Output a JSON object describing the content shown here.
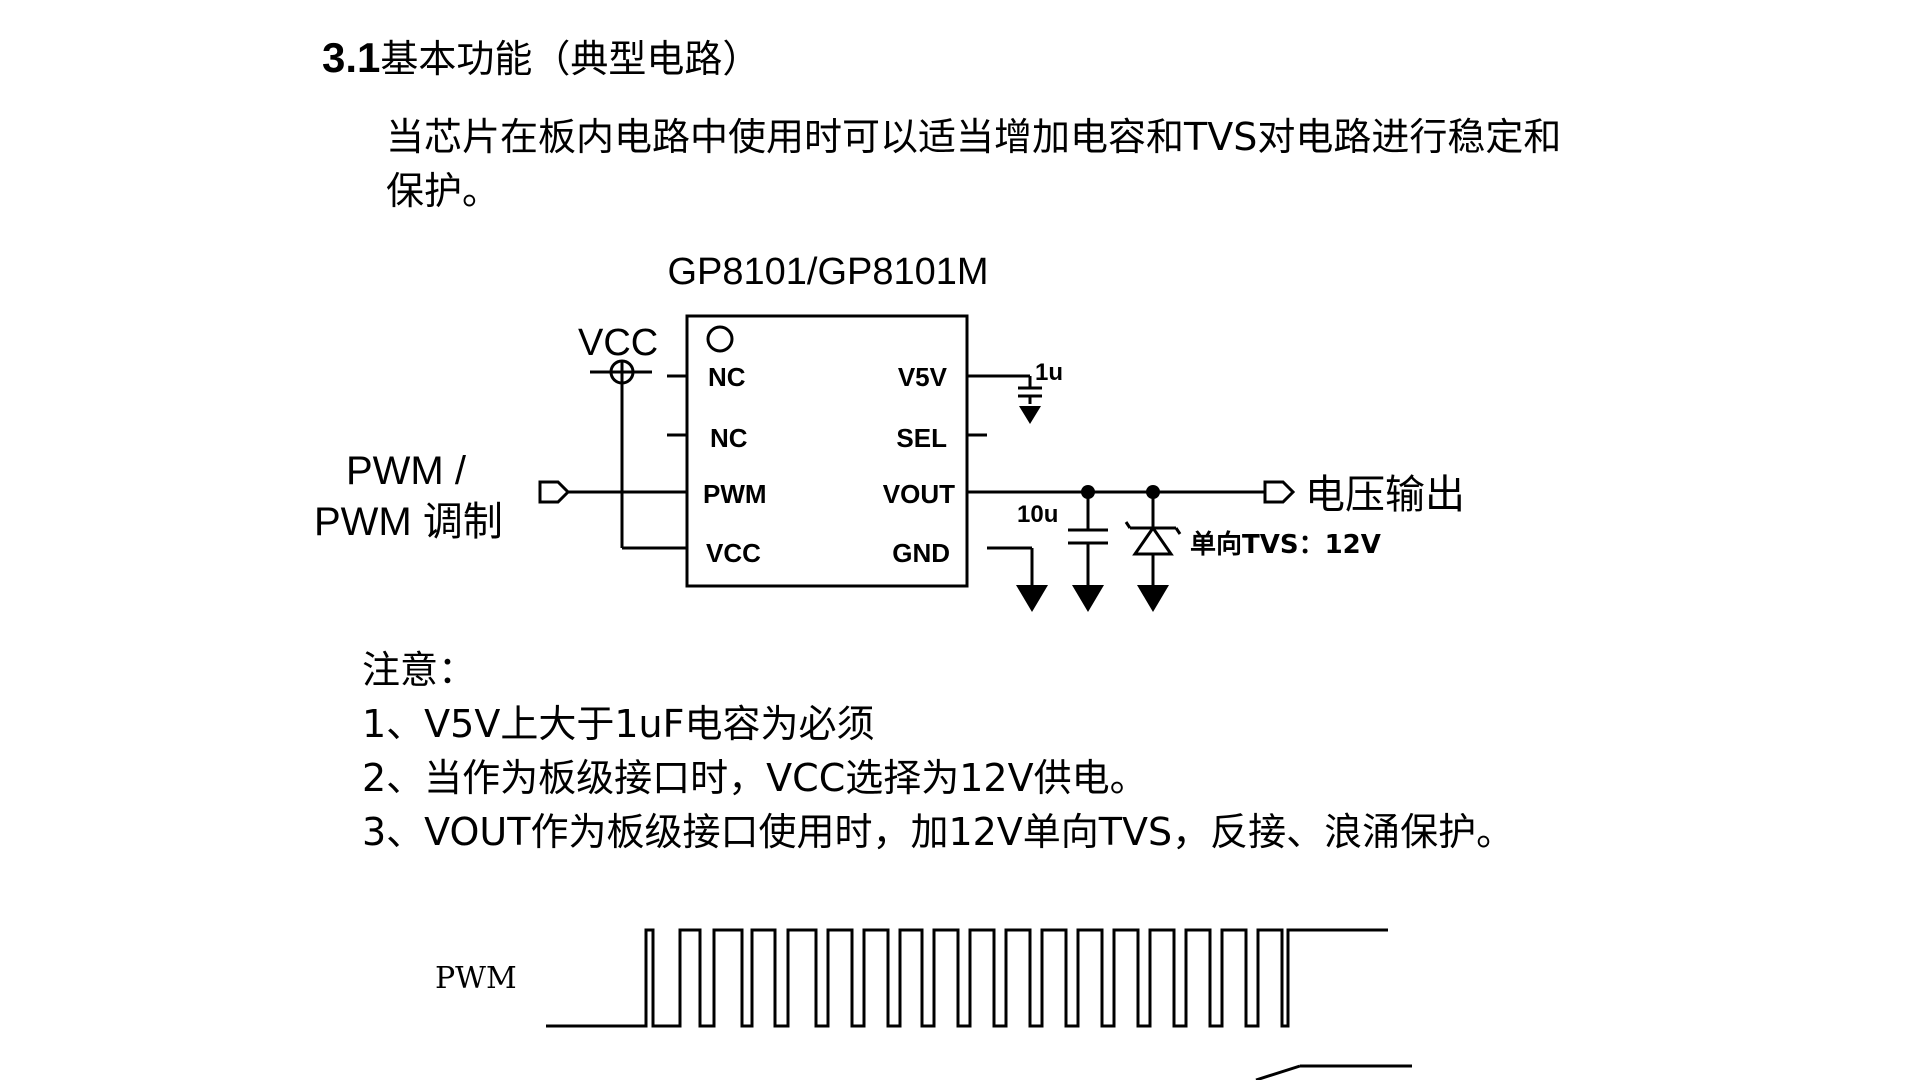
{
  "section": {
    "number": "3.1",
    "title": "基本功能（典型电路）"
  },
  "intro": {
    "line1": "当芯片在板内电路中使用时可以适当增加电容和TVS对电路进行稳定和",
    "line2": "保护。"
  },
  "circuit": {
    "chip_name": "GP8101/GP8101M",
    "vcc_label": "VCC",
    "left_pins": [
      "NC",
      "NC",
      "PWM",
      "VCC"
    ],
    "right_pins": [
      "V5V",
      "SEL",
      "VOUT",
      "GND"
    ],
    "input_label_line1": "PWM /",
    "input_label_line2": "PWM 调制",
    "cap_v5v": "1u",
    "cap_vout": "10u",
    "output_label": "电压输出",
    "tvs_label": "单向TVS：12V"
  },
  "notes": {
    "title": "注意：",
    "items": [
      "1、V5V上大于1uF电容为必须",
      "2、当作为板级接口时，VCC选择为12V供电。",
      "3、VOUT作为板级接口使用时，加12V单向TVS，反接、浪涌保护。"
    ]
  },
  "waveform": {
    "label": "PWM"
  }
}
